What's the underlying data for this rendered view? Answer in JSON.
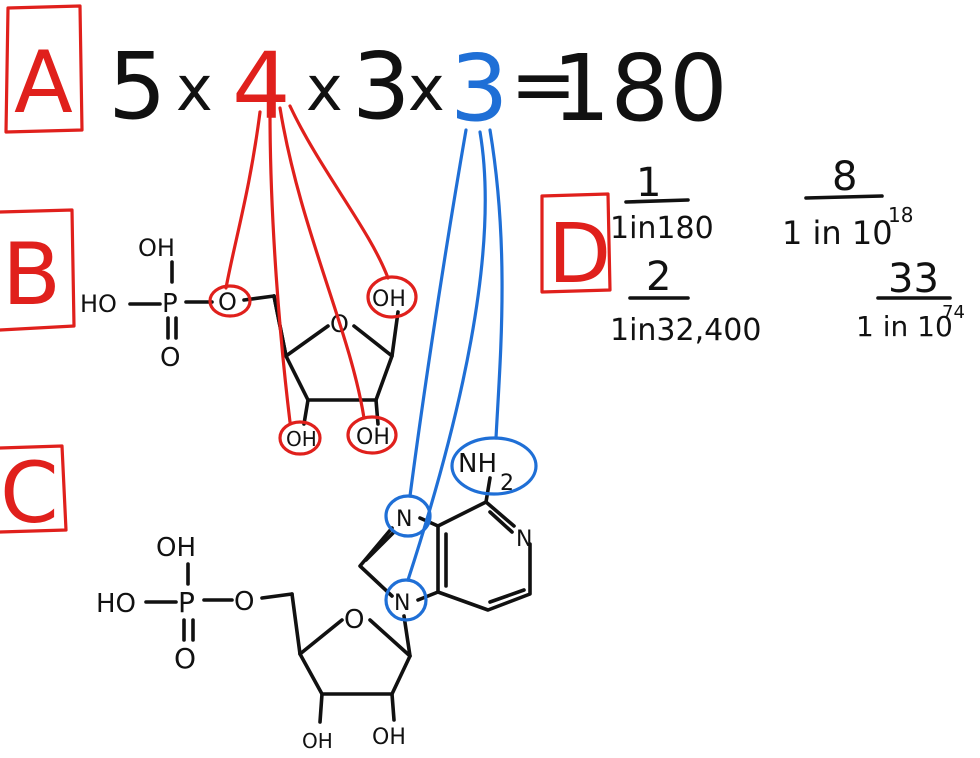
{
  "colors": {
    "ink": "#111111",
    "red": "#e0201c",
    "blue": "#1f6fd6"
  },
  "section_labels": {
    "a": "A",
    "b": "B",
    "c": "C",
    "d": "D"
  },
  "equation": {
    "factor1": "5",
    "times1": "x",
    "factor2": "4",
    "times2": "x",
    "factor3": "3",
    "times3": "x",
    "factor4": "3",
    "equals": "=",
    "result": "180"
  },
  "molecule_b": {
    "oh_top": "OH",
    "ho_left": "HO",
    "p": "P",
    "o_double": "O",
    "ester_o": "O",
    "ring_o": "O",
    "oh_right": "OH",
    "oh_bottom_left": "OH",
    "oh_bottom_right": "OH"
  },
  "molecule_c": {
    "oh_top": "OH",
    "ho_left": "HO",
    "p": "P",
    "o_double": "O",
    "ester_o": "O",
    "ring_o": "O",
    "oh_bottom_left": "OH",
    "oh_bottom_right": "OH",
    "n_upper": "N",
    "n_lower": "N",
    "n_right": "N",
    "nh": "NH",
    "nh_sub": "2"
  },
  "probabilities": [
    {
      "numerator": "1",
      "denominator": "1in180"
    },
    {
      "numerator": "8",
      "denominator": "1 in 10",
      "exponent": "18"
    },
    {
      "numerator": "2",
      "denominator": "1in32,400"
    },
    {
      "numerator": "33",
      "denominator": "1 in 10",
      "exponent": "74"
    }
  ]
}
